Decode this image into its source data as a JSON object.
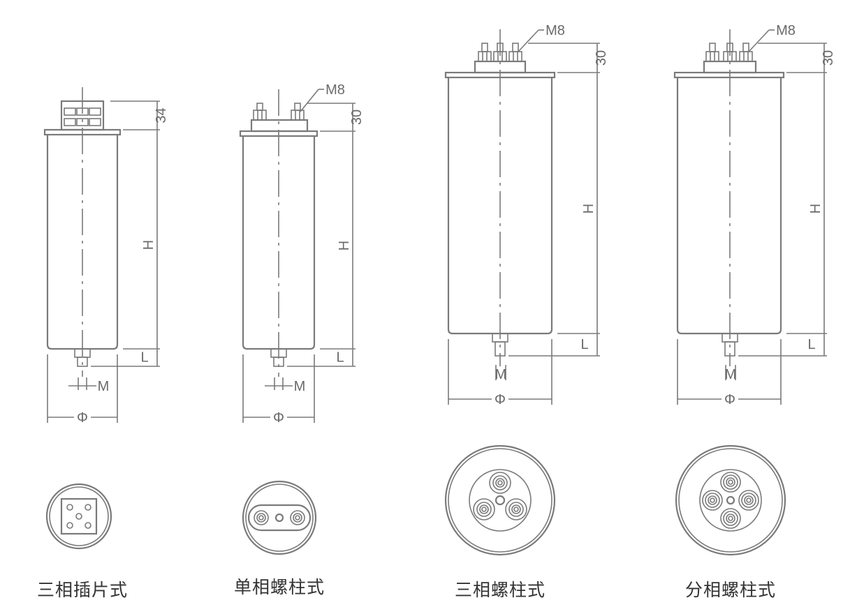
{
  "title": "Capacitor terminal types – outline drawings",
  "drawings": [
    {
      "caption": "三相插片式",
      "top_dim": "34",
      "height_label": "H",
      "length_label": "L",
      "bolt_label": "M",
      "diameter_label": "Φ",
      "terminal_label": ""
    },
    {
      "caption": "单相螺柱式",
      "top_dim": "30",
      "height_label": "H",
      "length_label": "L",
      "bolt_label": "M",
      "diameter_label": "Φ",
      "terminal_label": "M8"
    },
    {
      "caption": "三相螺柱式",
      "top_dim": "30",
      "height_label": "H",
      "length_label": "L",
      "bolt_label": "M",
      "diameter_label": "Φ",
      "terminal_label": "M8"
    },
    {
      "caption": "分相螺柱式",
      "top_dim": "30",
      "height_label": "H",
      "length_label": "L",
      "bolt_label": "M",
      "diameter_label": "Φ",
      "terminal_label": "M8"
    }
  ],
  "colors": {
    "line": "#7a7a7a",
    "text": "#333333"
  }
}
